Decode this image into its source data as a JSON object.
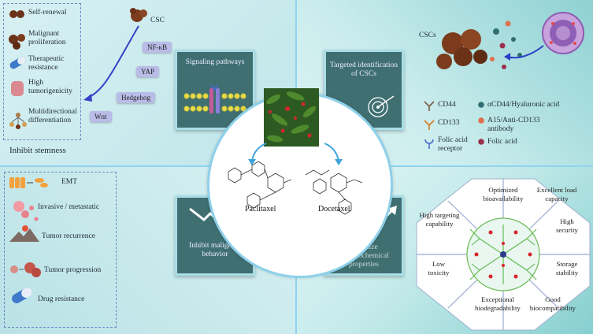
{
  "top_left": {
    "items": [
      "Self-renewal",
      "Malignant proliferation",
      "Therapeutic resistance",
      "High tumorigenicity",
      "Multidirectional differentiation"
    ],
    "csc_label": "CSC",
    "pathways": [
      "NF-κB",
      "YAP",
      "Hedgehog",
      "Wnt"
    ],
    "footer": "Inhibit stemness"
  },
  "top_right": {
    "cscs_label": "CSCs",
    "receptors": [
      "CD44",
      "CD133",
      "Folic acid receptor"
    ],
    "ligands": [
      "αCD44/Hyaluronic acid",
      "A15/Anti-CD133 antibody",
      "Folic acid"
    ],
    "colors": {
      "ligand1": "#2f6e73",
      "ligand2": "#e0704d",
      "ligand3": "#9b2f4b"
    }
  },
  "bottom_left": {
    "items": [
      "EMT",
      "Invasive / metastatic",
      "Tumor recurrence",
      "Tumor progression",
      "Drug resistance"
    ]
  },
  "cards": {
    "signaling": "Signaling pathways",
    "targeted": "Targeted identification of CSCs",
    "inhibit": "Inhibit malignant behavior",
    "optimize": "Optimize physicochemical properties"
  },
  "center": {
    "drug1": "Paclitaxel",
    "drug2": "Docetaxel"
  },
  "properties": [
    "Optimized bioavailability",
    "Excellent load capacity",
    "High security",
    "Storage stability",
    "Good biocompatibility",
    "Exceptional biodegradability",
    "Low toxicity",
    "High targeting capability"
  ]
}
